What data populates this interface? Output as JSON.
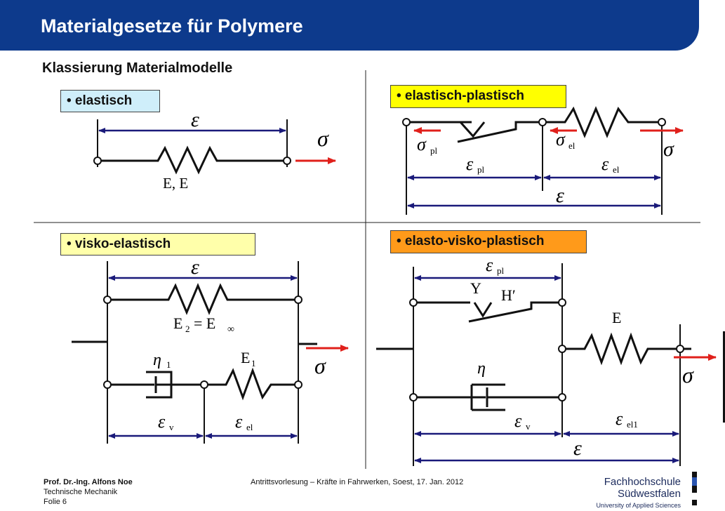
{
  "header": {
    "title": "Materialgesetze für Polymere"
  },
  "subtitle": "Klassierung Materialmodelle",
  "models": {
    "elastisch": {
      "label": "• elastisch",
      "eps": "ε",
      "sigma": "σ",
      "param": "E, E"
    },
    "elastisch_plastisch": {
      "label": "• elastisch-plastisch",
      "eps": "ε",
      "sigma": "σ",
      "sigma_pl": "σ",
      "sigma_pl_sub": "pl",
      "sigma_el": "σ",
      "sigma_el_sub": "el",
      "eps_pl": "ε",
      "eps_pl_sub": "pl",
      "eps_el": "ε",
      "eps_el_sub": "el"
    },
    "visko_elastisch": {
      "label": "• visko-elastisch",
      "eps": "ε",
      "sigma": "σ",
      "e2": "E",
      "e2_sub": "2",
      "e2_rest": "= E",
      "e2_inf": "∞",
      "eta": "η",
      "eta_sub": "1",
      "e1": "E",
      "e1_sub": "1",
      "eps_v": "ε",
      "eps_v_sub": "v",
      "eps_el": "ε",
      "eps_el_sub": "el"
    },
    "elasto_visko_plastisch": {
      "label": "• elasto-visko-plastisch",
      "eps": "ε",
      "sigma": "σ",
      "eps_pl": "ε",
      "eps_pl_sub": "pl",
      "y": "Y",
      "h": "H′",
      "e": "E",
      "eta": "η",
      "eps_v": "ε",
      "eps_v_sub": "v",
      "eps_el1": "ε",
      "eps_el1_sub": "el1"
    }
  },
  "footer": {
    "author": "Prof. Dr.-Ing. Alfons Noe",
    "dept": "Technische Mechanik",
    "slide": "Folie 6",
    "event": "Antrittsvorlesung – Kräfte in Fahrwerken,  Soest, 17. Jan. 2012",
    "logo_line1": "Fachhochschule",
    "logo_line2": "Südwestfalen",
    "logo_line3": "University of Applied Sciences"
  },
  "colors": {
    "header": "#0d3a8c",
    "arrow_red": "#e0201b",
    "dim_blue": "#1a1a7a"
  }
}
